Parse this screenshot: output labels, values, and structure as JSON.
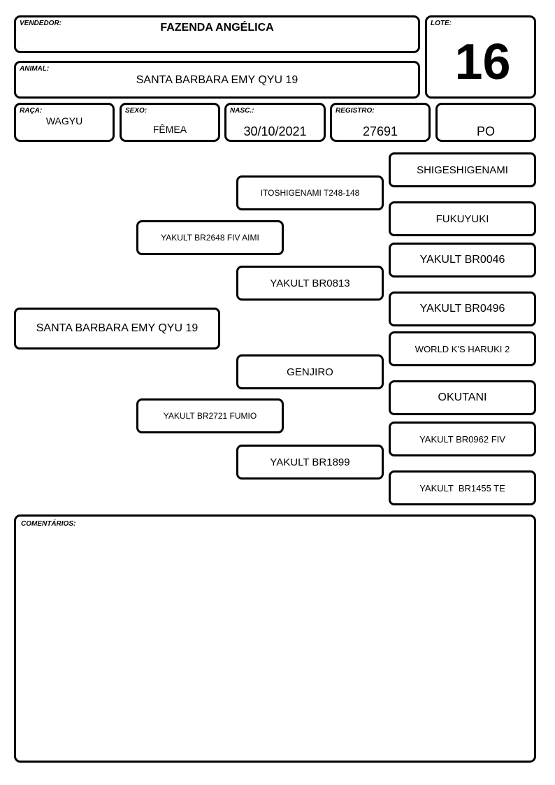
{
  "header": {
    "seller_label": "VENDEDOR:",
    "seller_value": "FAZENDA ANGÉLICA",
    "lot_label": "LOTE:",
    "lot_value": "16",
    "animal_label": "ANIMAL:",
    "animal_value": "SANTA BARBARA EMY QYU 19"
  },
  "details": {
    "breed_label": "RAÇA:",
    "breed_value": "WAGYU",
    "sex_label": "SEXO:",
    "sex_value": "FÊMEA",
    "birth_label": "NASC.:",
    "birth_value": "30/10/2021",
    "registry_label": "REGISTRO:",
    "registry_value": "27691",
    "class_value": "PO"
  },
  "pedigree": {
    "animal": "SANTA BARBARA EMY QYU 19",
    "sire": "YAKULT BR2648 FIV AIMI",
    "dam": "YAKULT BR2721 FUMIO",
    "sire_sire": "ITOSHIGENAMI T248-148",
    "sire_dam": "YAKULT BR0813",
    "dam_sire": "GENJIRO",
    "dam_dam": "YAKULT BR1899",
    "ggp": [
      "SHIGESHIGENAMI",
      "FUKUYUKI",
      "YAKULT BR0046",
      "YAKULT BR0496",
      "WORLD K'S HARUKI 2",
      "OKUTANI",
      "YAKULT BR0962 FIV",
      "YAKULT  BR1455 TE"
    ]
  },
  "comments": {
    "label": "COMENTÁRIOS:"
  }
}
